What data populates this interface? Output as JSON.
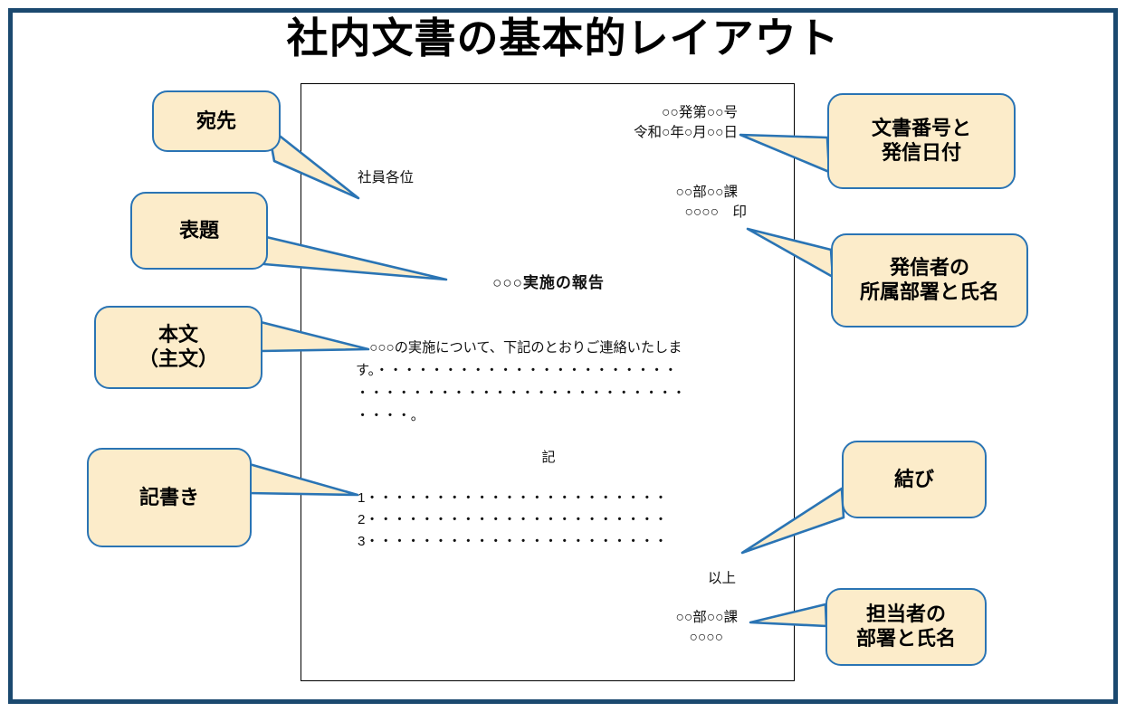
{
  "slide": {
    "title": "社内文書の基本的レイアウト",
    "border_color": "#1b496f",
    "background": "#ffffff"
  },
  "callout_style": {
    "fill": "#fcecca",
    "stroke": "#2a74b4",
    "text_color": "#000000"
  },
  "document": {
    "border_color": "#000000",
    "number": "○○発第○○号",
    "date": "令和○年○月○○日",
    "addressee": "社員各位",
    "sender_dept": "○○部○○課",
    "sender_name": "○○○○　印",
    "subject": "○○○実施の報告",
    "body": "　○○○の実施について、下記のとおりご連絡いたしま\nす。・・・・・・・・・・・・・・・・・・・・・・\n・・・・・・・・・・・・・・・・・・・・・・・・\n・・・・。",
    "ki_label": "記",
    "items": "1・・・・・・・・・・・・・・・・・・・・・・\n2・・・・・・・・・・・・・・・・・・・・・・\n3・・・・・・・・・・・・・・・・・・・・・・",
    "closing": "以上",
    "contact_dept": "○○部○○課",
    "contact_name": "○○○○"
  },
  "callouts": {
    "addressee": "宛先",
    "subject": "表題",
    "body": "本文\n（主文）",
    "items": "記書き",
    "doc_number_date": "文書番号と\n発信日付",
    "sender": "発信者の\n所属部署と氏名",
    "closing": "結び",
    "contact": "担当者の\n部署と氏名"
  }
}
